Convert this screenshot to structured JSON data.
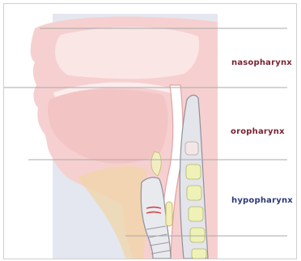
{
  "diagram": {
    "regions": [
      {
        "id": "nasopharynx",
        "label": "nasopharynx",
        "color": "#7a2432"
      },
      {
        "id": "oropharynx",
        "label": "oropharynx",
        "color": "#7a2432"
      },
      {
        "id": "hypopharynx",
        "label": "hypopharynx",
        "color": "#2e3a78"
      }
    ]
  },
  "colors": {
    "skin": "#f6d0d0",
    "tissue": "#f9dede",
    "panel": "#e3e6ee",
    "divider": "#a9a9a9",
    "vertebra": "#eef1b8",
    "airway": "#ffffff"
  }
}
